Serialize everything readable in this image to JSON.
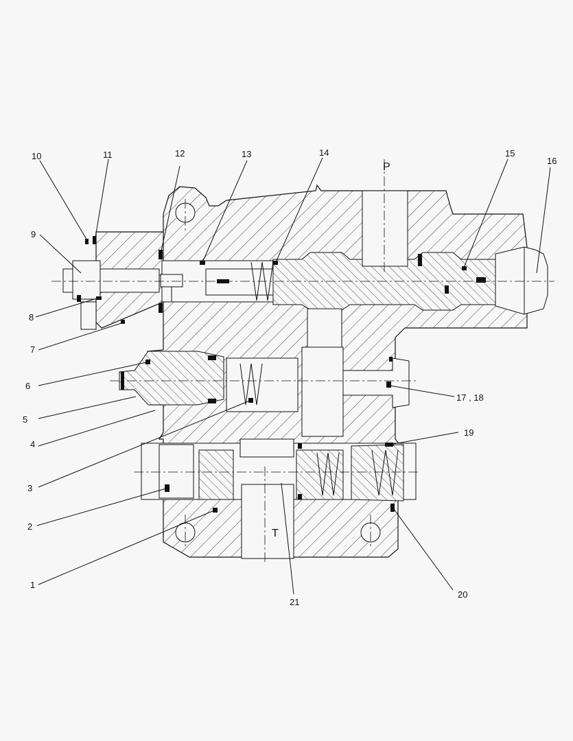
{
  "callouts": {
    "n1": "1",
    "n2": "2",
    "n3": "3",
    "n4": "4",
    "n5": "5",
    "n6": "6",
    "n7": "7",
    "n8": "8",
    "n9": "9",
    "n10": "10",
    "n11": "11",
    "n12": "12",
    "n13": "13",
    "n14": "14",
    "n15": "15",
    "n16": "16",
    "n17_18": "17 , 18",
    "n19": "19",
    "n20": "20",
    "n21": "21"
  },
  "ports": {
    "pressure": "P",
    "tank": "T"
  }
}
